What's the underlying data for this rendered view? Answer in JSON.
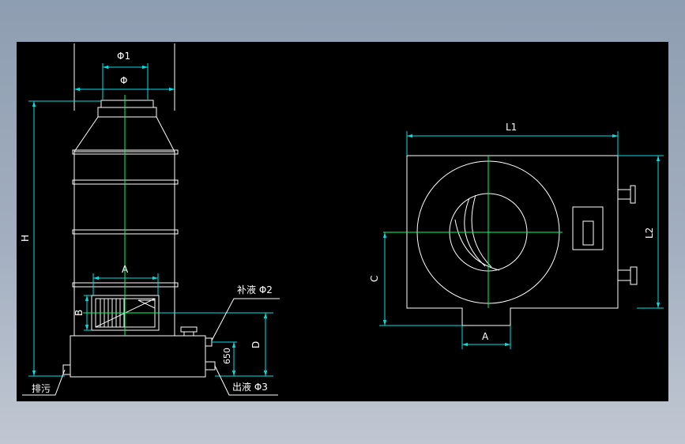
{
  "drawing": {
    "colors": {
      "background": "#000000",
      "outline": "#ffffff",
      "centerline": "#00ff66",
      "dimension": "#00e0e0"
    },
    "front_view": {
      "labels": {
        "phi1": "Φ1",
        "phi": "Φ",
        "h": "H",
        "a": "A",
        "b": "B",
        "d": "D",
        "d650": "650",
        "makeup": "补液 Φ2",
        "outlet": "出液 Φ3",
        "drain": "排污"
      }
    },
    "top_view": {
      "labels": {
        "l1": "L1",
        "l2": "L2",
        "c": "C",
        "a": "A"
      }
    }
  }
}
